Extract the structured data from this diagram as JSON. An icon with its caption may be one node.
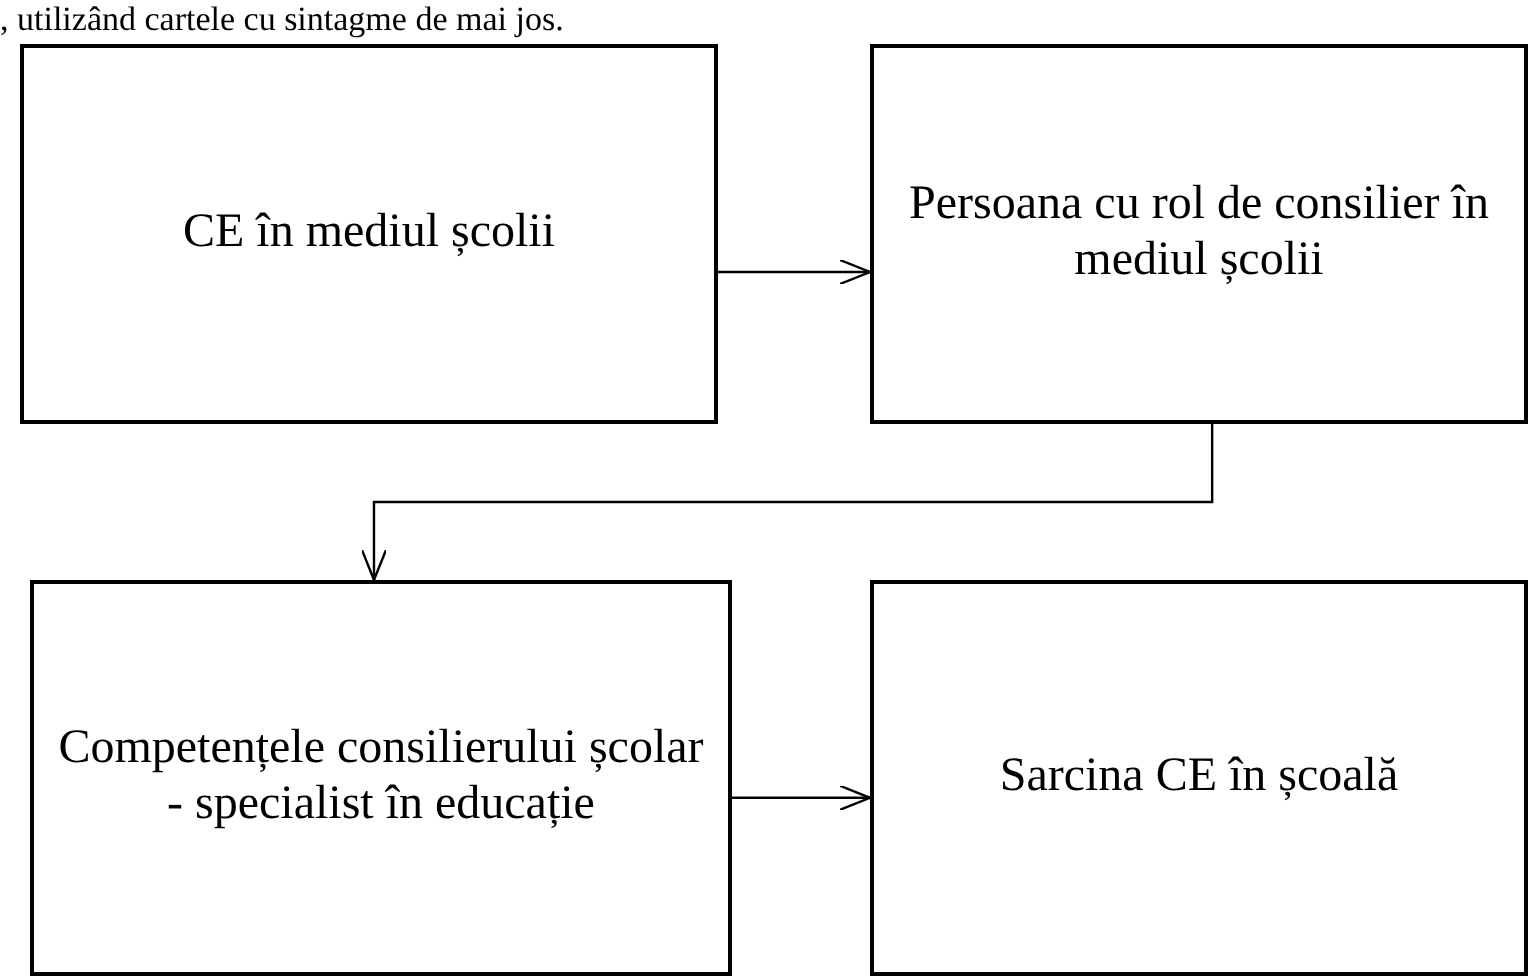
{
  "diagram": {
    "nodes": [
      {
        "text": [
          "CE în mediul școlii"
        ]
      },
      {
        "text": [
          "Persoana cu rol de consilier în mediul școlii"
        ]
      },
      {
        "text": [
          "Competențele consilierului școlar - specialist în educație"
        ]
      },
      {
        "text": [
          "Sarcina CE în școală"
        ]
      }
    ],
    "edges": [
      {
        "from": 0,
        "to": 1,
        "arrow": "to"
      },
      {
        "from": 1,
        "to": 2,
        "arrow": "to"
      },
      {
        "from": 2,
        "to": 3,
        "arrow": "to"
      }
    ],
    "labels": [
      ", utilizând cartele cu sintagme de mai jos."
    ]
  }
}
